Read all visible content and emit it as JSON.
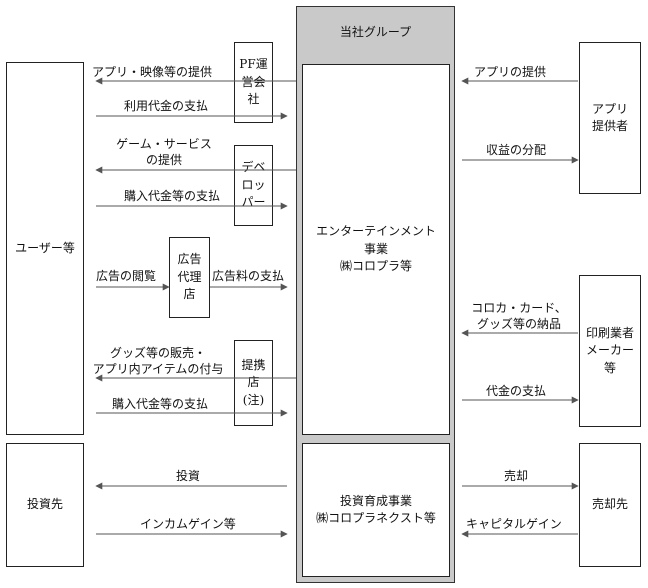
{
  "group": {
    "title": "当社グループ"
  },
  "boxes": {
    "users": "ユーザー等",
    "investees": "投資先",
    "app_providers": "アプリ\n提供者",
    "printers": "印刷業者\nメーカー\n等",
    "sellers": "売却先",
    "platform": "PF運\n営会\n社",
    "developer": "デベ\nロッ\nパー",
    "ad_agency": "広告\n代理\n店",
    "partner_store": "提携\n店\n(注)",
    "entertainment": "エンターテインメント\n事業\n㈱コロプラ等",
    "investment": "投資育成事業\n㈱コロプラネクスト等"
  },
  "labels": {
    "app_video_provision": "アプリ・映像等の提供",
    "usage_fee_payment": "利用代金の支払",
    "game_service_provision": "ゲーム・サービス\nの提供",
    "purchase_payment_1": "購入代金等の支払",
    "ad_viewing": "広告の閲覧",
    "ad_fee_payment": "広告料の支払",
    "goods_sale": "グッズ等の販売・\nアプリ内アイテムの付与",
    "purchase_payment_2": "購入代金等の支払",
    "investment": "投資",
    "income_gain": "インカムゲイン等",
    "app_provision": "アプリの提供",
    "revenue_share": "収益の分配",
    "goods_delivery": "コロカ・カード、\nグッズ等の納品",
    "price_payment": "代金の支払",
    "sale": "売却",
    "capital_gain": "キャピタルゲイン"
  }
}
